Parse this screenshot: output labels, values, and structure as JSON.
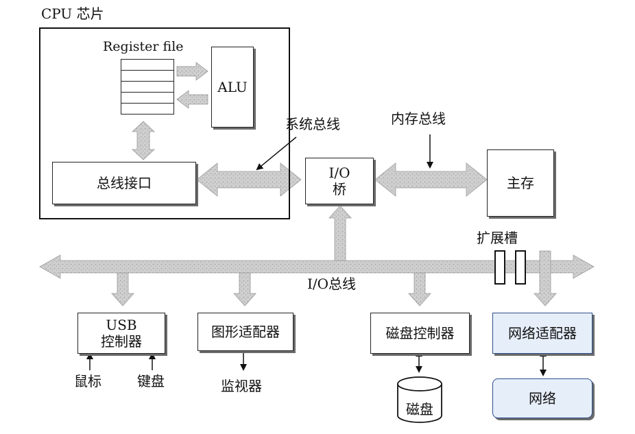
{
  "cpu": {
    "chip_label": "CPU 芯片",
    "register_file_label": "Register file",
    "alu_label": "ALU",
    "bus_interface_label": "总线接口"
  },
  "buses": {
    "system_bus_label": "系统总线",
    "memory_bus_label": "内存总线",
    "io_bus_label": "I/O总线"
  },
  "io_bridge": {
    "line1": "I/O",
    "line2": "桥"
  },
  "main_memory_label": "主存",
  "expansion_slots_label": "扩展槽",
  "controllers": {
    "usb_line1": "USB",
    "usb_line2": "控制器",
    "graphics_adapter": "图形适配器",
    "disk_controller": "磁盘控制器",
    "network_adapter": "网络适配器"
  },
  "devices": {
    "mouse": "鼠标",
    "keyboard": "键盘",
    "monitor": "监视器",
    "disk": "磁盘",
    "network": "网络"
  },
  "colors": {
    "bus_fill": "#c9c9c9",
    "bus_stroke": "#9a9a9a",
    "network_fill": "#e6eef9",
    "network_border": "#2b4e8a"
  }
}
